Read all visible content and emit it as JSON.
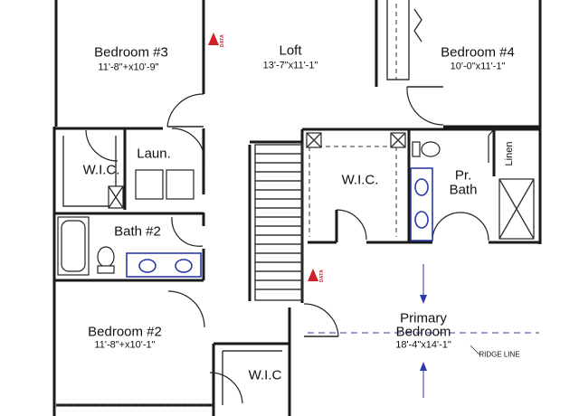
{
  "rooms": {
    "bedroom3": {
      "name": "Bedroom #3",
      "dim": "11'-8\"+x10'-9\""
    },
    "loft": {
      "name": "Loft",
      "dim": "13'-7\"x11'-1\""
    },
    "bedroom4": {
      "name": "Bedroom #4",
      "dim": "10'-0\"x11'-1\""
    },
    "wic_left": {
      "name": "W.I.C."
    },
    "laundry": {
      "name": "Laun."
    },
    "wic_center": {
      "name": "W.I.C."
    },
    "pr_bath": {
      "line1": "Pr.",
      "line2": "Bath"
    },
    "linen": {
      "name": "Linen"
    },
    "bath2": {
      "name": "Bath #2"
    },
    "bedroom2": {
      "name": "Bedroom #2",
      "dim": "11'-8\"+x10'-1\""
    },
    "primary": {
      "line1": "Primary",
      "line2": "Bedroom",
      "dim": "18'-4\"x14'-1\""
    },
    "wic_bottom": {
      "name": "W.I.C"
    }
  },
  "annotations": {
    "ridge_line": "RIDGE LINE",
    "data_tag_top": "DATA",
    "data_tag_mid": "DATA"
  },
  "colors": {
    "walls": "#1a1a1a",
    "data_marker": "#d0202a",
    "fixture_blue": "#2a3aa8",
    "arrow_blue": "#2a3aa8"
  }
}
